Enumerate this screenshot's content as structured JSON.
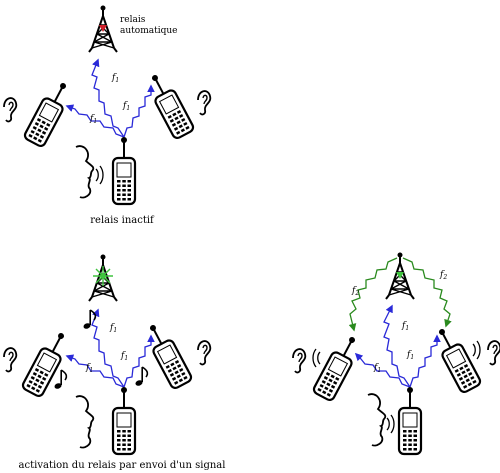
{
  "labels": {
    "relay_line1": "relais",
    "relay_line2": "automatique",
    "caption_top": "relais inactif",
    "caption_bottom": "activation du relais par envoi d'un signal"
  },
  "freq": {
    "f1": "f",
    "f1_sub": "1",
    "f2": "f",
    "f2_sub": "2"
  },
  "colors": {
    "link_f1": "#2a2ad8",
    "link_f2": "#2a8a1e",
    "relay_light_idle": "#d0202a",
    "relay_light_active": "#3ec43e",
    "ink": "#000000"
  },
  "icons": [
    "relay-tower-icon",
    "handheld-radio-icon",
    "ear-icon",
    "speaking-head-icon",
    "music-note-icon",
    "sound-waves-icon"
  ]
}
